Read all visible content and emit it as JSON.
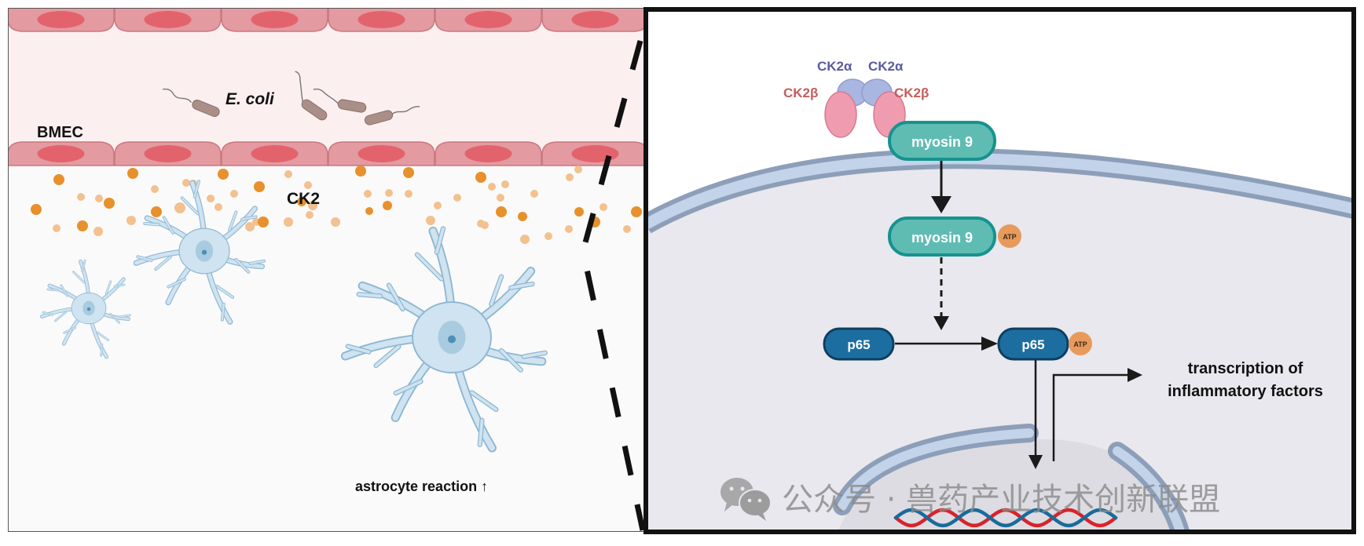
{
  "left_panel": {
    "labels": {
      "bmec": "BMEC",
      "ecoli": "E. coli",
      "ck2": "CK2",
      "astrocyte_reaction": "astrocyte reaction ↑"
    }
  },
  "right_panel": {
    "complex": {
      "alpha_left": "CK2α",
      "alpha_right": "CK2α",
      "beta_left": "CK2β",
      "beta_right": "CK2β"
    },
    "nodes": {
      "myosin_top": "myosin 9",
      "myosin_phos": "myosin 9",
      "p65_left": "p65",
      "p65_right": "p65",
      "atp_1": "ATP",
      "atp_2": "ATP"
    },
    "output_label_line1": "transcription of",
    "output_label_line2": "inflammatory factors"
  },
  "watermark": {
    "text": "公众号 · 兽药产业技术创新联盟",
    "icon": "wechat-icon"
  },
  "colors": {
    "endothelial_cell": "#e39aa0",
    "endothelial_nucleus": "#e3636d",
    "vessel_lumen": "#fbeff0",
    "ck2_dot_dark": "#e8902c",
    "ck2_dot_light": "#f3c08f",
    "astrocyte": "#cfe3f0",
    "astrocyte_stroke": "#8db7d3",
    "myosin": "#5fbcb3",
    "myosin_stroke": "#16938f",
    "p65": "#1d6ea0",
    "p65_stroke": "#0e3f61",
    "atp": "#e89a5c",
    "ck2_alpha": "#a9b6e0",
    "ck2_beta": "#ef9cb0",
    "alpha_text": "#5b5aa0",
    "beta_text": "#c75b5b",
    "membrane": "#c3d3ea",
    "membrane_stroke": "#8d9fb8",
    "cytoplasm": "#e8e8ee",
    "dna_red": "#d8232a",
    "dna_blue": "#1a6b9b"
  }
}
